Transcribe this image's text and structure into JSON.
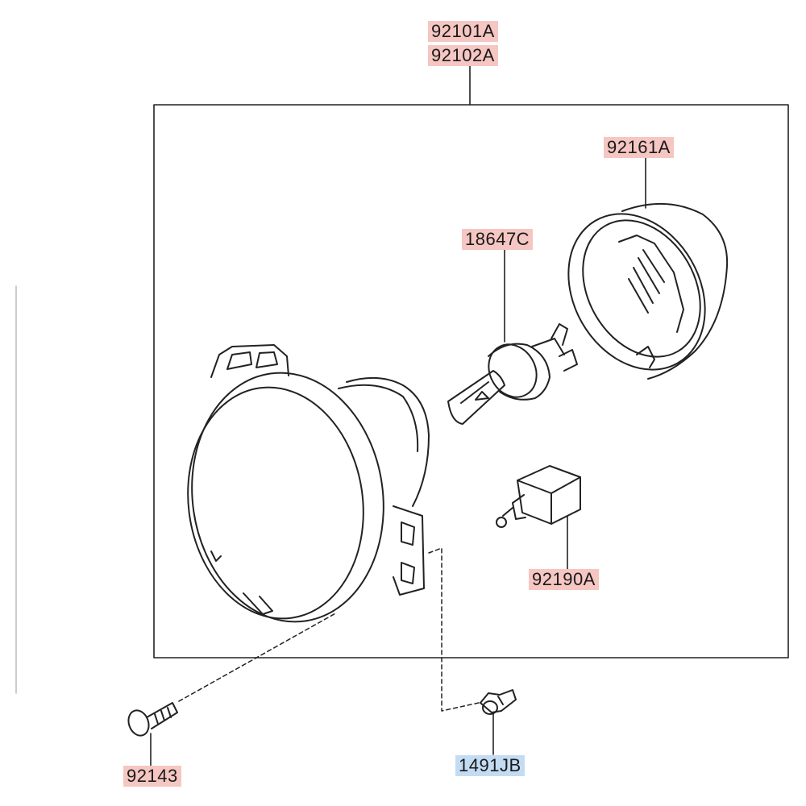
{
  "diagram": {
    "assembly_codes": [
      "92101A",
      "92102A"
    ],
    "callouts": {
      "cover": "92161A",
      "bulb": "18647C",
      "socket": "92190A",
      "screw": "92143",
      "clip": "1491JB"
    },
    "colors": {
      "highlight_red": "#f5c6c2",
      "highlight_blue": "#c4dcf3",
      "line": "#222222"
    }
  }
}
